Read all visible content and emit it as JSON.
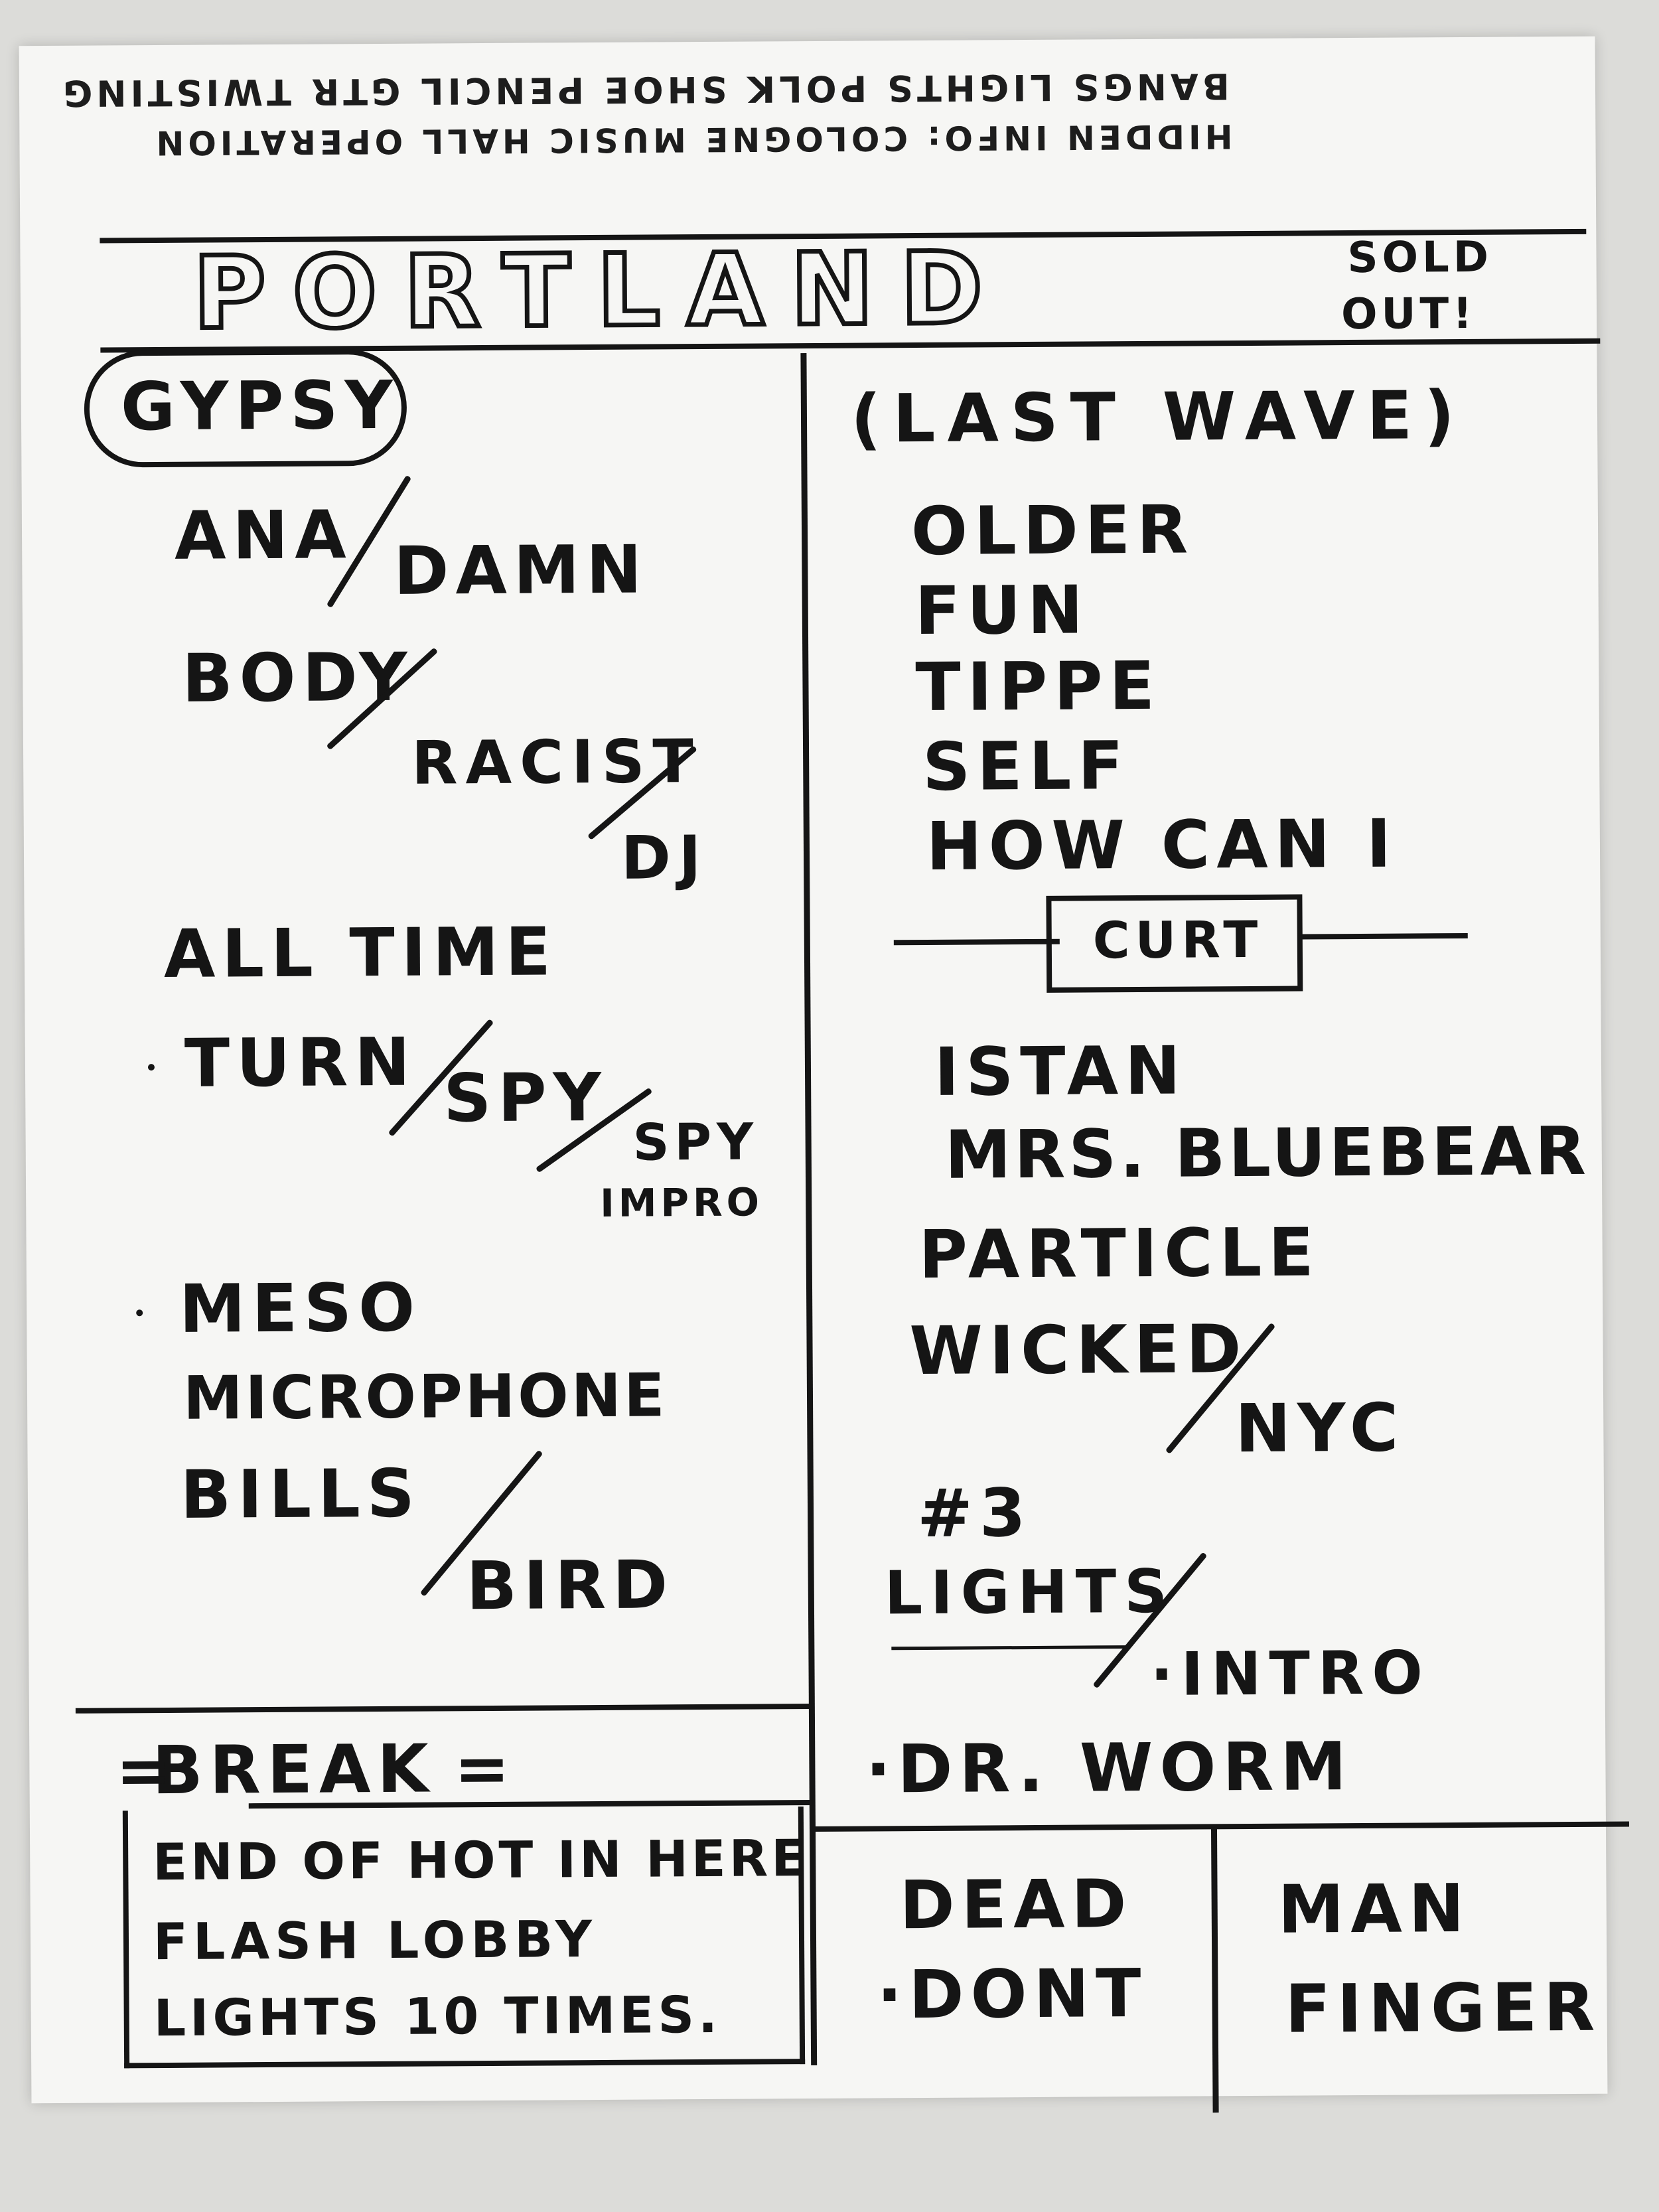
{
  "header": {
    "hidden_info": "HIDDEN INFO: COLOGNE MUSIC HALL OPERATION",
    "keywords": "BANGS LIGHTS POLK SHOE PENCIL GTR TWISTING",
    "city": "PORTLAND",
    "sold_out_line1": "SOLD",
    "sold_out_line2": "OUT!"
  },
  "left_column": {
    "opener": "GYPSY",
    "songs": {
      "ana": "ANA",
      "damn": "DAMN",
      "body": "BODY",
      "racist": "RACIST",
      "dj": "DJ",
      "all_time": "ALL TIME",
      "turn": "TURN",
      "spy": "SPY",
      "spy_impro_1": "SPY",
      "spy_impro_2": "IMPRO",
      "meso": "MESO",
      "microphone": "MICROPHONE",
      "bills": "BILLS",
      "bird": "BIRD"
    },
    "break_label": "BREAK",
    "break_note_1": "END OF HOT IN HERE",
    "break_note_2": "FLASH LOBBY",
    "break_note_3": "LIGHTS 10 TIMES."
  },
  "right_column": {
    "last_wave": "(LAST WAVE)",
    "songs": {
      "older": "OLDER",
      "fun": "FUN",
      "tippe": "TIPPE",
      "self": "SELF",
      "how_can_i": "HOW CAN I",
      "curt": "CURT",
      "istan": "ISTAN",
      "mrs_bluebeard": "MRS. BLUEBEAR",
      "particle": "PARTICLE",
      "wicked": "WICKED",
      "nyc": "NYC",
      "three": "#3",
      "lights": "LIGHTS",
      "intro": "·INTRO",
      "dr_worm": "·DR. WORM"
    },
    "encore_1_a": "DEAD",
    "encore_1_b": "·DONT",
    "encore_2_a": "MAN",
    "encore_2_b": "FINGER"
  }
}
